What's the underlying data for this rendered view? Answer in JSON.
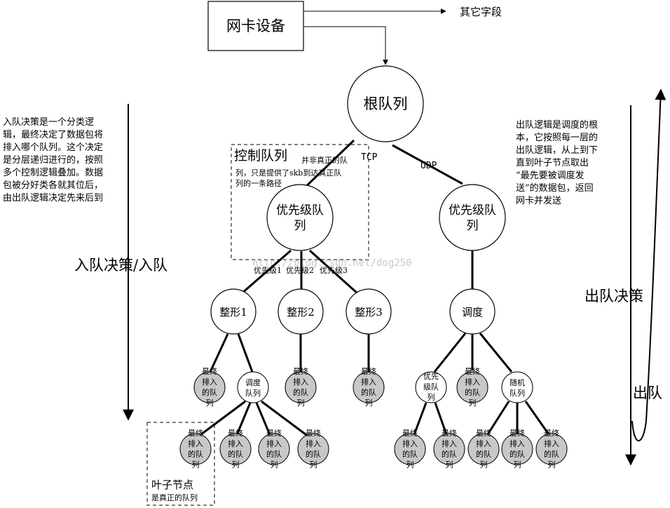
{
  "nic_device": "网卡设备",
  "other_fields": "其它字段",
  "root_queue": "根队列",
  "tcp": "TCP",
  "udp": "UDP",
  "control_queue": {
    "title": "控制队列",
    "note_line1": "并非真正的队",
    "note_line2": "列，只是提供了skb到达真正队",
    "note_line3": "列的一条路径"
  },
  "priority_queue_left": [
    "优先级队",
    "列"
  ],
  "priority_queue_right": [
    "优先级队",
    "列"
  ],
  "priority_labels": [
    "优先级1",
    "优先级2",
    "优先级3"
  ],
  "shaping": [
    "整形1",
    "整形2",
    "整形3"
  ],
  "scheduling": "调度",
  "final_queue": [
    "最终",
    "排入",
    "的队",
    "列"
  ],
  "sched_queue": [
    "调度",
    "队列"
  ],
  "prio_queue_small": [
    "优先",
    "级队",
    "列"
  ],
  "random_queue": [
    "随机",
    "队列"
  ],
  "leaf_node": {
    "title": "叶子节点",
    "subtitle": "是真正的队列"
  },
  "watermark": "http://blog.csdn.net/dog250",
  "enqueue_desc": [
    "入队决策是一个分类逻",
    "辑，最终决定了数据包将",
    "排入哪个队列。这个决定",
    "是分层递归进行的，按照",
    "多个控制逻辑叠加。数据",
    "包被分好类各就其位后，",
    "由出队逻辑决定先来后到"
  ],
  "dequeue_desc": [
    "出队逻辑是调度的根",
    "本，它按照每一层的",
    "出队逻辑，从上到下",
    "直到叶子节点取出",
    "“最先要被调度发",
    "送”的数据包，返回",
    "网卡并发送"
  ],
  "enqueue_label": "入队决策/入队",
  "dequeue_decision_label": "出队决策",
  "dequeue_label": "出队"
}
